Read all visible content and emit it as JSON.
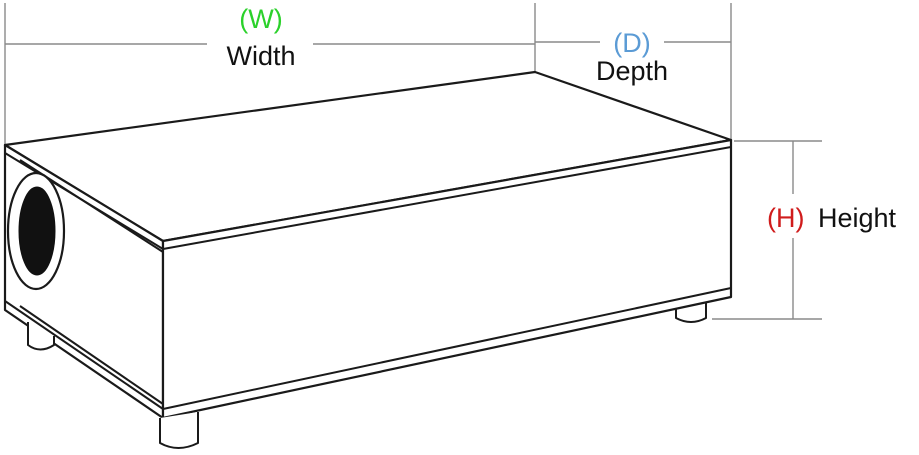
{
  "labels": {
    "width_code": "(W)",
    "width_word": "Width",
    "depth_code": "(D)",
    "depth_word": "Depth",
    "height_code": "(H)",
    "height_word": "Height"
  },
  "colors": {
    "width_code": "#2bd12b",
    "depth_code": "#5b9bd5",
    "height_code": "#d01c1c",
    "text": "#111111",
    "outline": "#1a1a1a",
    "dimension_line": "#8a8a8a",
    "driver_cone": "#111111"
  }
}
